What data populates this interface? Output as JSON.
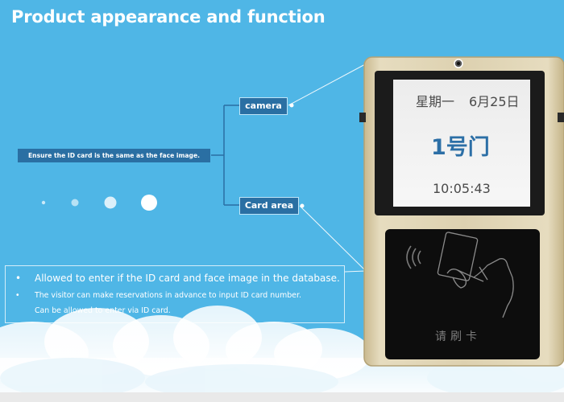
{
  "header": {
    "title": "Product appearance and function"
  },
  "labels": {
    "camera": "camera",
    "card_area": "Card area",
    "ensure": "Ensure the ID card is the same as the face image."
  },
  "info": {
    "items": [
      {
        "bullet": "•",
        "text": "Allowed to enter if the ID card and face image in the database."
      },
      {
        "bullet": "•",
        "text": "The visitor can make reservations in advance to input ID card number."
      },
      {
        "bullet": "",
        "text": "Can be allowed to enter via ID card."
      }
    ]
  },
  "device": {
    "screen": {
      "weekday": "星期一",
      "date": "6月25日",
      "door": "1号门",
      "time": "10:05:43"
    },
    "card_area_text": "请刷卡"
  },
  "colors": {
    "background": "#4fb6e6",
    "label_bg": "#2a6fa3",
    "device_shell": "#d8cba7",
    "door_text": "#2c6fa6"
  },
  "icons": {
    "nfc": "nfc-waves-icon",
    "hand": "hand-card-icon",
    "camera": "camera-lens-icon"
  }
}
